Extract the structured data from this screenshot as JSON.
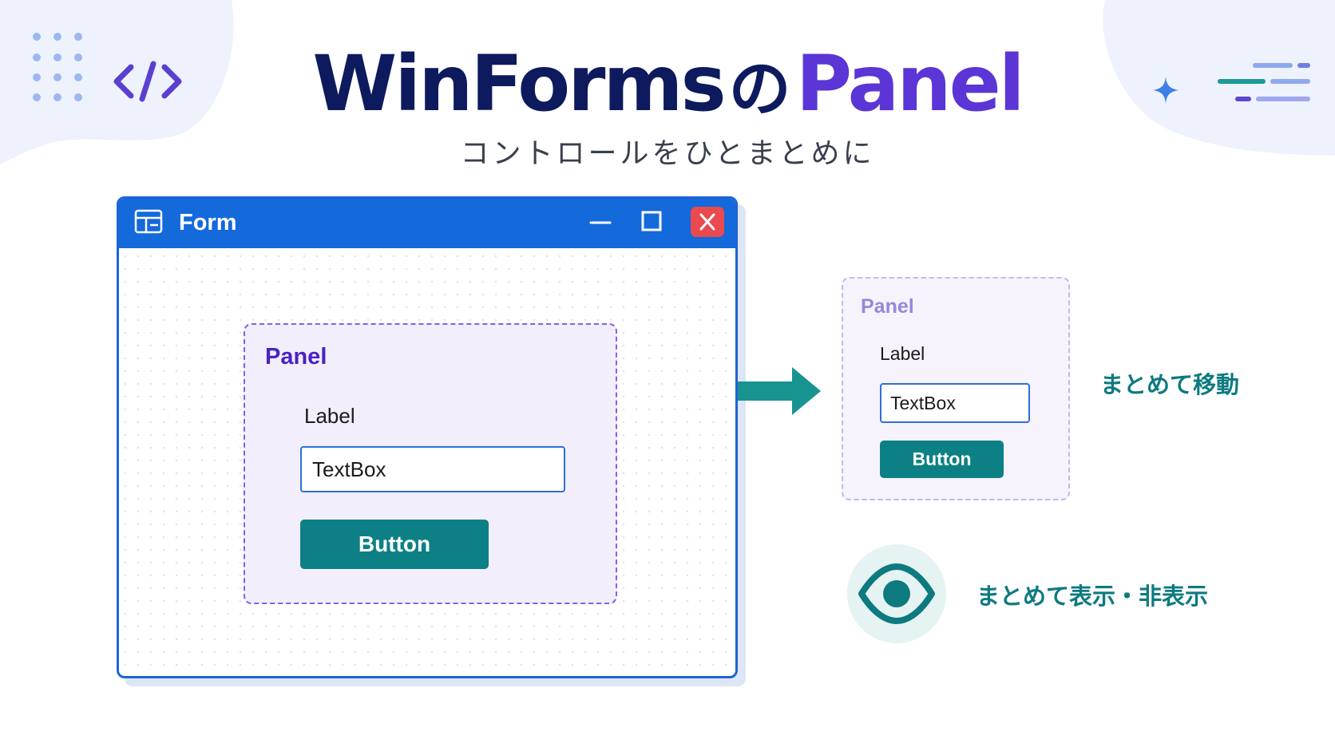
{
  "title": {
    "part1": "WinForms",
    "part2": "の",
    "part3": "Panel",
    "subtitle": "コントロールをひとまとめに"
  },
  "form_window": {
    "title": "Form",
    "panel": {
      "label": "Panel",
      "label_control": "Label",
      "textbox_value": "TextBox",
      "button_label": "Button"
    }
  },
  "moved_panel": {
    "label": "Panel",
    "label_control": "Label",
    "textbox_value": "TextBox",
    "button_label": "Button"
  },
  "features": {
    "move": "まとめて移動",
    "visibility": "まとめて表示・非表示"
  },
  "icons": [
    "code-icon",
    "dots-grid-icon",
    "sparkle-icon",
    "lines-icon",
    "form-window-icon",
    "minimize-icon",
    "maximize-icon",
    "close-icon",
    "arrow-right-icon",
    "eye-icon"
  ],
  "colors": {
    "title_dark": "#0d1a5e",
    "title_accent": "#5b35d6",
    "titlebar_blue": "#1469db",
    "close_red": "#e84a4f",
    "panel_border": "#8c5ce6",
    "teal": "#0d8085"
  }
}
